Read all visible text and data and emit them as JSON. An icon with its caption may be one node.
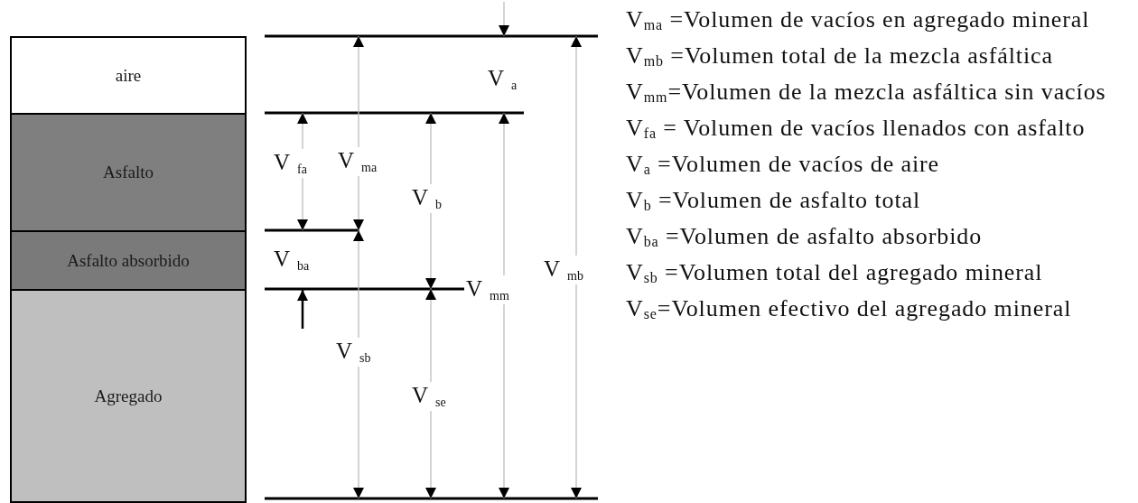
{
  "diagram": {
    "nodes": [
      {
        "text": [
          "aire"
        ]
      },
      {
        "text": [
          "Asfalto"
        ]
      },
      {
        "text": [
          "Asfalto absorbido"
        ]
      },
      {
        "text": [
          "Agregado"
        ]
      }
    ],
    "labels": [
      "V$_{a}$",
      "V$_{ma}$",
      "V$_{fa}$",
      "V$_{b}$",
      "V$_{ba}$",
      "V$_{mm}$",
      "V$_{mb}$",
      "V$_{sb}$",
      "V$_{se}$",
      "V$_{ma}$ =Volumen de vacíos en agregado mineral",
      "V$_{mb}$ =Volumen total de la mezcla asfáltica",
      "V$_{mm}$=Volumen de la mezcla asfáltica sin vacíos",
      "V$_{fa}$ = Volumen de vacíos llenados con asfalto",
      "V$_{a}$ =Volumen de vacíos de aire",
      "V$_{b}$ =Volumen de asfalto total",
      "V$_{ba}$ =Volumen de asfalto absorbido",
      "V$_{sb}$ =Volumen total del agregado mineral",
      "V$_{se}$=Volumen efectivo del agregado mineral"
    ]
  }
}
